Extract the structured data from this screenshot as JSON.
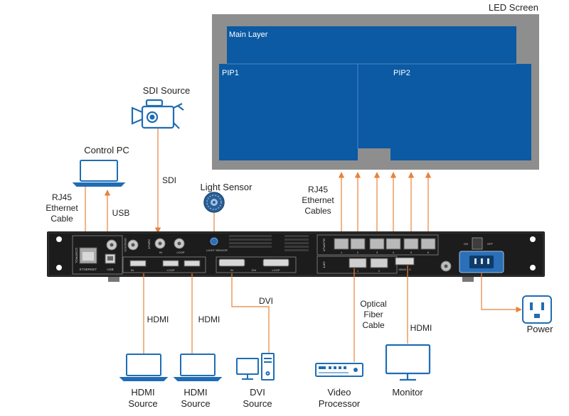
{
  "screen": {
    "title": "LED Screen",
    "main_layer": "Main Layer",
    "pip1": "PIP1",
    "pip2": "PIP2"
  },
  "sources": {
    "sdi_source": "SDI Source",
    "sdi_cable": "SDI",
    "control_pc": "Control PC",
    "rj45_cable": [
      "RJ45",
      "Ethernet",
      "Cable"
    ],
    "usb_cable": "USB",
    "light_sensor": "Light Sensor",
    "output_cables": [
      "RJ45",
      "Ethernet",
      "Cables"
    ]
  },
  "bottom": {
    "hdmi_cable_1": "HDMI",
    "hdmi_cable_2": "HDMI",
    "dvi_cable": "DVI",
    "fiber_cable": [
      "Optical",
      "Fiber",
      "Cable"
    ],
    "hdmi_cable_3": "HDMI",
    "power": "Power",
    "hdmi_source_1": [
      "HDMI",
      "Source"
    ],
    "hdmi_source_2": [
      "HDMI",
      "Source"
    ],
    "dvi_source": [
      "DVI",
      "Source"
    ],
    "video_processor": [
      "Video",
      "Processor"
    ],
    "monitor": "Monitor"
  },
  "panel": {
    "control": "CONTROL",
    "ethernet": "ETHERNET",
    "usb": "USB",
    "genlock": "GENLOCK",
    "input": "INPUT",
    "in": "IN",
    "loop": "LOOP",
    "light_sensor": "LIGHT SENSOR",
    "hdmi_in": "IN",
    "hdmi_loop": "LOOP",
    "dvi": "DVI",
    "output": "OUTPUT",
    "opt": "OPT",
    "hdmi_1_3": "HDMI 1.3",
    "on": "ON",
    "off": "OFF",
    "port_numbers": [
      "1",
      "2",
      "3",
      "4",
      "5",
      "6"
    ],
    "opt_numbers": [
      "1",
      "2"
    ]
  },
  "colors": {
    "screen_blue": "#0b5aa3",
    "screen_frame": "#8e8e8e",
    "connector_orange": "#e8823a",
    "device_body": "#1c1c1c",
    "icon_blue": "#1f6db5"
  }
}
